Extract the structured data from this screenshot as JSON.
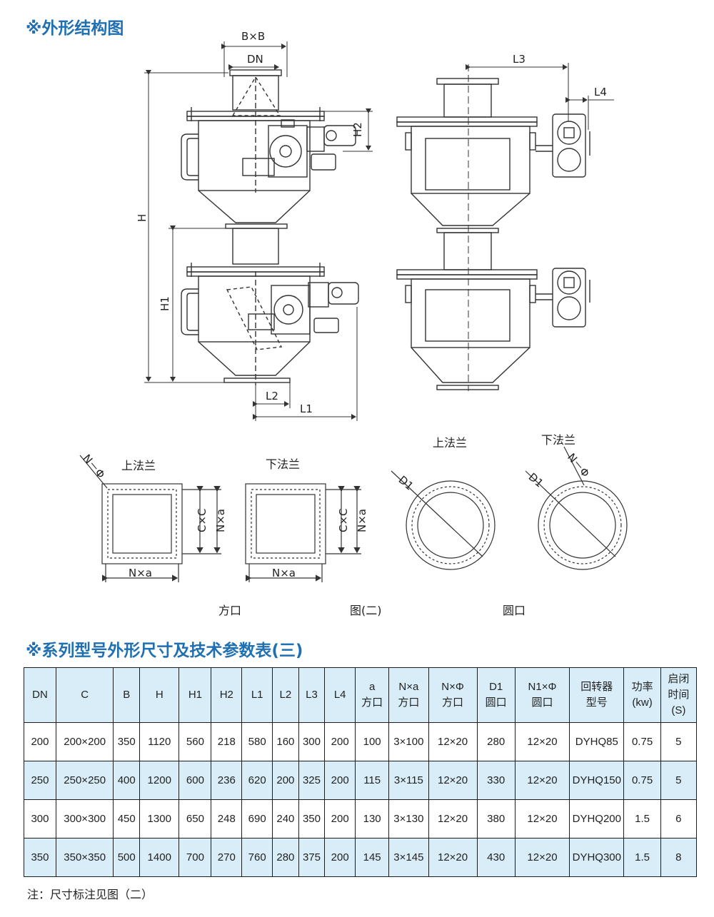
{
  "titles": {
    "structure": "※外形结构图",
    "table": "※系列型号外形尺寸及技术参数表(三)"
  },
  "diagram": {
    "dims": {
      "bxb": "B×B",
      "dn": "DN",
      "h": "H",
      "h1": "H1",
      "h2": "H2",
      "l1": "L1",
      "l2": "L2",
      "l3": "L3",
      "l4": "L4"
    },
    "flange": {
      "upper": "上法兰",
      "lower": "下法兰",
      "upper2": "上法兰",
      "lower2": "下法兰",
      "n_phi": "N－Φ",
      "n_phi2": "N－Φ",
      "cxc": "C×C",
      "nxa_v": "N×a",
      "nxa_h": "N×a",
      "cxc2": "C×C",
      "nxa_v2": "N×a",
      "nxa_h2": "N×a",
      "d1": "D1",
      "d1b": "D1"
    },
    "captions": {
      "square": "方口",
      "figure": "图(二)",
      "round": "圆口"
    }
  },
  "table": {
    "headers": [
      {
        "l1": "DN"
      },
      {
        "l1": "C"
      },
      {
        "l1": "B"
      },
      {
        "l1": "H"
      },
      {
        "l1": "H1"
      },
      {
        "l1": "H2"
      },
      {
        "l1": "L1"
      },
      {
        "l1": "L2"
      },
      {
        "l1": "L3"
      },
      {
        "l1": "L4"
      },
      {
        "l1": "a",
        "l2": "方口"
      },
      {
        "l1": "N×a",
        "l2": "方口"
      },
      {
        "l1": "N×Φ",
        "l2": "方口"
      },
      {
        "l1": "D1",
        "l2": "圆口"
      },
      {
        "l1": "N1×Φ",
        "l2": "圆口"
      },
      {
        "l1": "回转器",
        "l2": "型号"
      },
      {
        "l1": "功率",
        "l2": "(kw)"
      },
      {
        "l1": "启闭",
        "l2": "时间",
        "l3": "(S)"
      }
    ],
    "rows": [
      [
        "200",
        "200×200",
        "350",
        "1120",
        "560",
        "218",
        "580",
        "160",
        "300",
        "200",
        "100",
        "3×100",
        "12×20",
        "280",
        "12×20",
        "DYHQ85",
        "0.75",
        "5"
      ],
      [
        "250",
        "250×250",
        "400",
        "1200",
        "600",
        "236",
        "620",
        "200",
        "325",
        "200",
        "115",
        "3×115",
        "12×20",
        "330",
        "12×20",
        "DYHQ150",
        "0.75",
        "5"
      ],
      [
        "300",
        "300×300",
        "450",
        "1300",
        "650",
        "248",
        "690",
        "240",
        "350",
        "200",
        "130",
        "3×130",
        "12×20",
        "380",
        "12×20",
        "DYHQ200",
        "1.5",
        "6"
      ],
      [
        "350",
        "350×350",
        "500",
        "1400",
        "700",
        "270",
        "760",
        "280",
        "375",
        "200",
        "145",
        "3×145",
        "12×20",
        "430",
        "12×20",
        "DYHQ300",
        "1.5",
        "8"
      ]
    ]
  },
  "note": "注：尺寸标注见图（二）"
}
